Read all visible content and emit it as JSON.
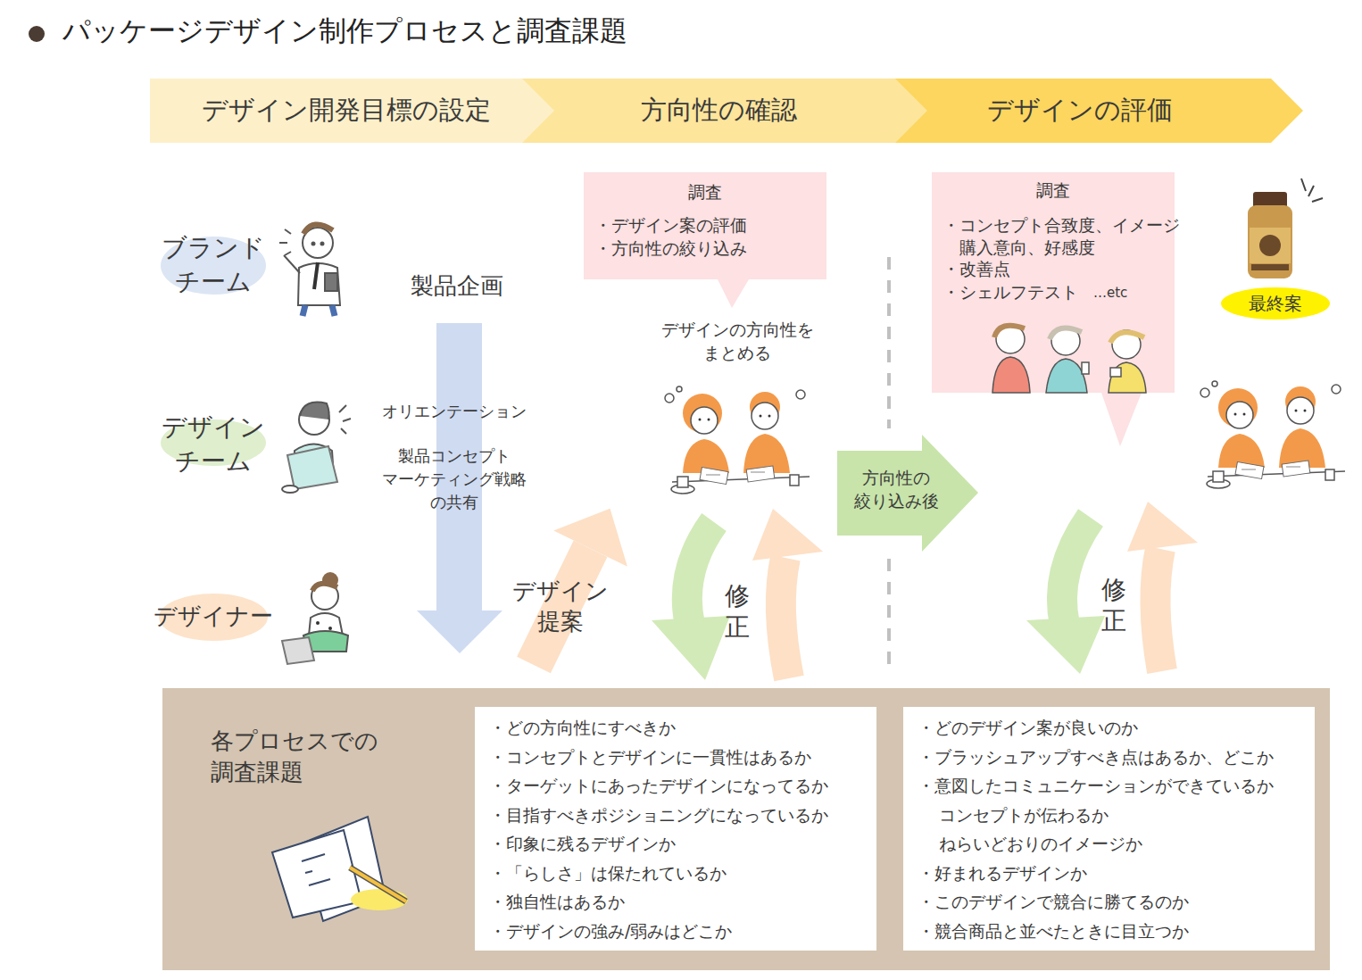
{
  "diagram": {
    "title": "パッケージデザイン制作プロセスと調査課題",
    "nodes": [
      {
        "text": [
          "デザイン開発目標の設定"
        ]
      },
      {
        "text": [
          "方向性の確認"
        ]
      },
      {
        "text": [
          "デザインの評価"
        ]
      },
      {
        "text": [
          "ブランド チーム"
        ]
      },
      {
        "text": [
          "デザイン チーム"
        ]
      },
      {
        "text": [
          "デザイナー"
        ]
      },
      {
        "text": [
          "調査",
          "・デザイン案の評価",
          "・方向性の絞り込み"
        ]
      },
      {
        "text": [
          "調査",
          "・コンセプト合致度、イメージ 購入意向、好感度",
          "・改善点",
          "・シェルフテスト",
          "…etc"
        ]
      },
      {
        "text": [
          "最終案"
        ]
      },
      {
        "text": [
          "方向性の 絞り込み後"
        ]
      },
      {
        "text": [
          "各プロセスでの 調査課題"
        ]
      },
      {
        "text": [
          "・どの方向性にすべきか",
          "・コンセプトとデザインに一貫性はあるか",
          "・ターゲットにあったデザインになってるか",
          "・目指すべきポジショニングになっているか",
          "・印象に残るデザインか",
          "・「らしさ」は保たれているか",
          "・独自性はあるか",
          "・デザインの強み/弱みはどこか"
        ],
        "in": 10
      },
      {
        "text": [
          "・どのデザイン案が良いのか",
          "・ブラッシュアップすべき点はあるか、どこか",
          "・意図したコミュニケーションができているか",
          "コンセプトが伝わるか",
          "ねらいどおりのイメージか",
          "・好まれるデザインか",
          "・このデザインで競合に勝てるのか",
          "・競合商品と並べたときに目立つか"
        ],
        "in": 10
      }
    ],
    "labels": [
      "製品企画",
      "オリエンテーション",
      "製品コンセプト マーケティング戦略 の共有",
      "デザインの方向性を まとめる",
      "デザイン 提案",
      "修 正",
      "修 正"
    ]
  }
}
